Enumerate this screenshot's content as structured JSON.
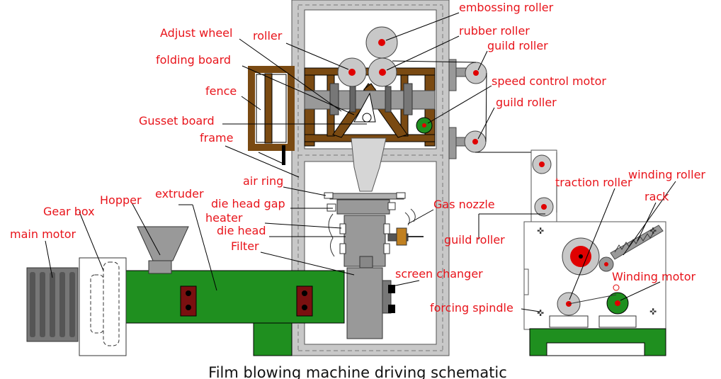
{
  "title": "Film blowing machine driving schematic",
  "labels": {
    "embossing_roller": "embossing roller",
    "adjust_wheel": "Adjust wheel",
    "roller": "roller",
    "rubber_roller": "rubber roller",
    "guild_roller_top": "guild roller",
    "folding_board": "folding board",
    "speed_control_motor": "speed control motor",
    "fence": "fence",
    "guild_roller_mid": "guild roller",
    "gusset_board": "Gusset board",
    "frame": "frame",
    "winding_roller": "winding roller",
    "traction_roller": "traction roller",
    "air_ring": "air ring",
    "rack": "rack",
    "extruder": "extruder",
    "hopper": "Hopper",
    "die_head_gap": "die head gap",
    "gas_nozzle": "Gas nozzle",
    "gear_box": "Gear box",
    "heater": "heater",
    "die_head": "die head",
    "guild_roller_low": "guild roller",
    "main_motor": "main motor",
    "filter": "Filter",
    "screen_changer": "screen changer",
    "winding_motor": "Winding motor",
    "forcing_spindle": "forcing spindle"
  },
  "colors": {
    "label_red": "#e8141b",
    "machine_green": "#1f8f1f",
    "frame_gray": "#c8c8c8",
    "steel_gray": "#8c8c8c",
    "wood_brown": "#7a4a12",
    "roller_dot": "#e00000"
  }
}
